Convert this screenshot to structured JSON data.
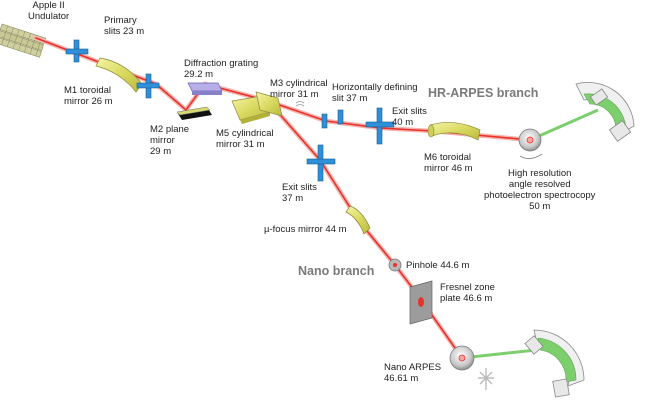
{
  "labels": {
    "undulator": [
      "Apple II",
      "Undulator"
    ],
    "primary_slits": [
      "Primary",
      "slits 23 m"
    ],
    "m1": [
      "M1 toroidal",
      "mirror 26 m"
    ],
    "m2": [
      "M2 plane",
      "mirror",
      "29 m"
    ],
    "grating": [
      "Diffraction grating",
      "29.2 m"
    ],
    "m3": [
      "M3 cylindrical",
      "mirror 31 m"
    ],
    "m5": [
      "M5 cylindrical",
      "mirror 31 m"
    ],
    "h_slit": [
      "Horizontally defining",
      "slit 37 m"
    ],
    "exit_slits_40": [
      "Exit slits",
      "40 m"
    ],
    "m6": [
      "M6 toroidal",
      "mirror 46 m"
    ],
    "hr_station": [
      "High resolution",
      "angle resolved",
      "photoelectron spectrocopy",
      "50 m"
    ],
    "exit_slits_37": [
      "Exit slits",
      "37 m"
    ],
    "mu_focus": [
      "µ-focus mirror 44 m"
    ],
    "pinhole": [
      "Pinhole 44.6 m"
    ],
    "fresnel": [
      "Fresnel zone",
      "plate 46.6 m"
    ],
    "nano_station": [
      "Nano ARPES",
      "46.61 m"
    ]
  },
  "branches": {
    "hr": "HR-ARPES branch",
    "nano": "Nano branch"
  },
  "colors": {
    "beam": "#e8322b",
    "slit": "#2f8fd8",
    "mirror": "#e2e27a",
    "analyzer_green": "#7dcf6e"
  }
}
